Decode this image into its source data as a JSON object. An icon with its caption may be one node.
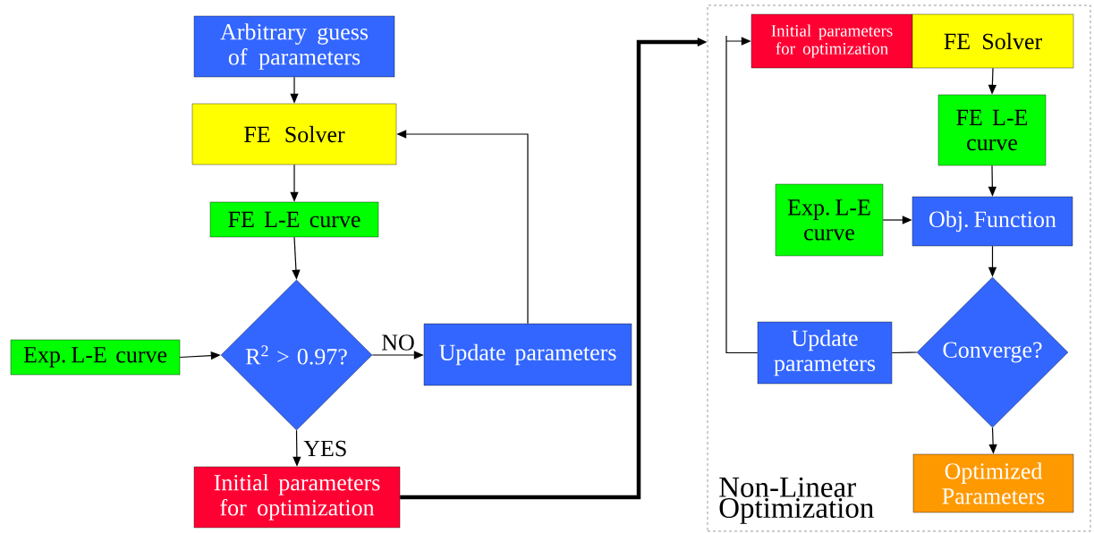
{
  "diagram": {
    "nodes": [
      {
        "text": [
          "Arbitrary guess of parameters"
        ]
      },
      {
        "text": [
          "FE Solver"
        ]
      },
      {
        "text": [
          "FE L-E curve"
        ]
      },
      {
        "text": [
          "R$^{2}$ > 0.97?"
        ]
      },
      {
        "text": [
          "Exp. L-E curve"
        ]
      },
      {
        "text": [
          "Update parameters"
        ]
      },
      {
        "text": [
          "Initial parameters for optimization"
        ]
      },
      {
        "text": [
          "Non-Linear Optimization"
        ]
      },
      {
        "text": [
          "Initial parameters for optimization"
        ],
        "in": 7
      },
      {
        "text": [
          "FE Solver"
        ],
        "in": 7
      },
      {
        "text": [
          "FE L-E curve"
        ],
        "in": 7
      },
      {
        "text": [
          "Exp. L-E curve"
        ],
        "in": 7
      },
      {
        "text": [
          "Obj. Function"
        ],
        "in": 7
      },
      {
        "text": [
          "Converge?"
        ],
        "in": 7
      },
      {
        "text": [
          "Update parameters"
        ],
        "in": 7
      },
      {
        "text": [
          "Optimized Parameters"
        ],
        "in": 7
      }
    ],
    "edges": [
      {
        "from": 0,
        "to": 1,
        "arrow": "to"
      },
      {
        "from": 1,
        "to": 2,
        "arrow": "to"
      },
      {
        "from": 2,
        "to": 3,
        "arrow": "to"
      },
      {
        "from": 4,
        "to": 3,
        "arrow": "to"
      },
      {
        "from": 3,
        "to": 5,
        "arrow": "to",
        "label": "NO"
      },
      {
        "from": 5,
        "to": 1,
        "arrow": "to"
      },
      {
        "from": 3,
        "to": 6,
        "arrow": "to",
        "label": "YES"
      },
      {
        "from": 6,
        "to": 7,
        "arrow": "to",
        "style": "thick"
      },
      {
        "from": 9,
        "to": 10,
        "arrow": "to"
      },
      {
        "from": 10,
        "to": 12,
        "arrow": "to"
      },
      {
        "from": 11,
        "to": 12,
        "arrow": "to"
      },
      {
        "from": 12,
        "to": 13,
        "arrow": "to"
      },
      {
        "from": 13,
        "to": 14,
        "arrow": "none"
      },
      {
        "from": 14,
        "to": 8,
        "arrow": "to"
      },
      {
        "from": 13,
        "to": 15,
        "arrow": "to"
      }
    ]
  }
}
